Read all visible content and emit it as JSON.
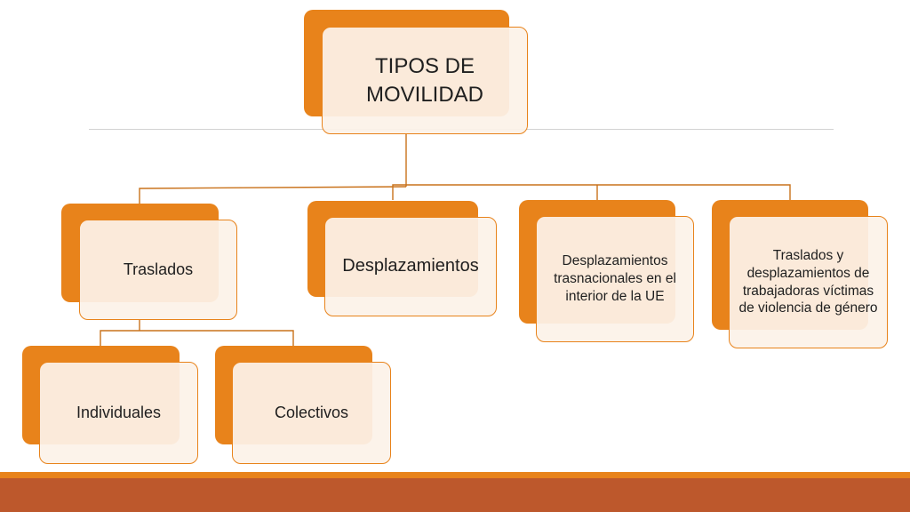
{
  "colors": {
    "accent": "#e8831b",
    "connector": "#c9721b",
    "footer_thin": "#e8831b",
    "footer": "#bd582c"
  },
  "diagram": {
    "root": {
      "label": "TIPOS DE MOVILIDAD"
    },
    "children": [
      {
        "label": "Traslados",
        "children": [
          {
            "label": "Individuales"
          },
          {
            "label": "Colectivos"
          }
        ]
      },
      {
        "label": "Desplazamientos"
      },
      {
        "label": "Desplazamientos trasnacionales en el interior de la UE"
      },
      {
        "label": "Traslados y desplazamientos de trabajadoras víctimas de violencia de género"
      }
    ]
  }
}
